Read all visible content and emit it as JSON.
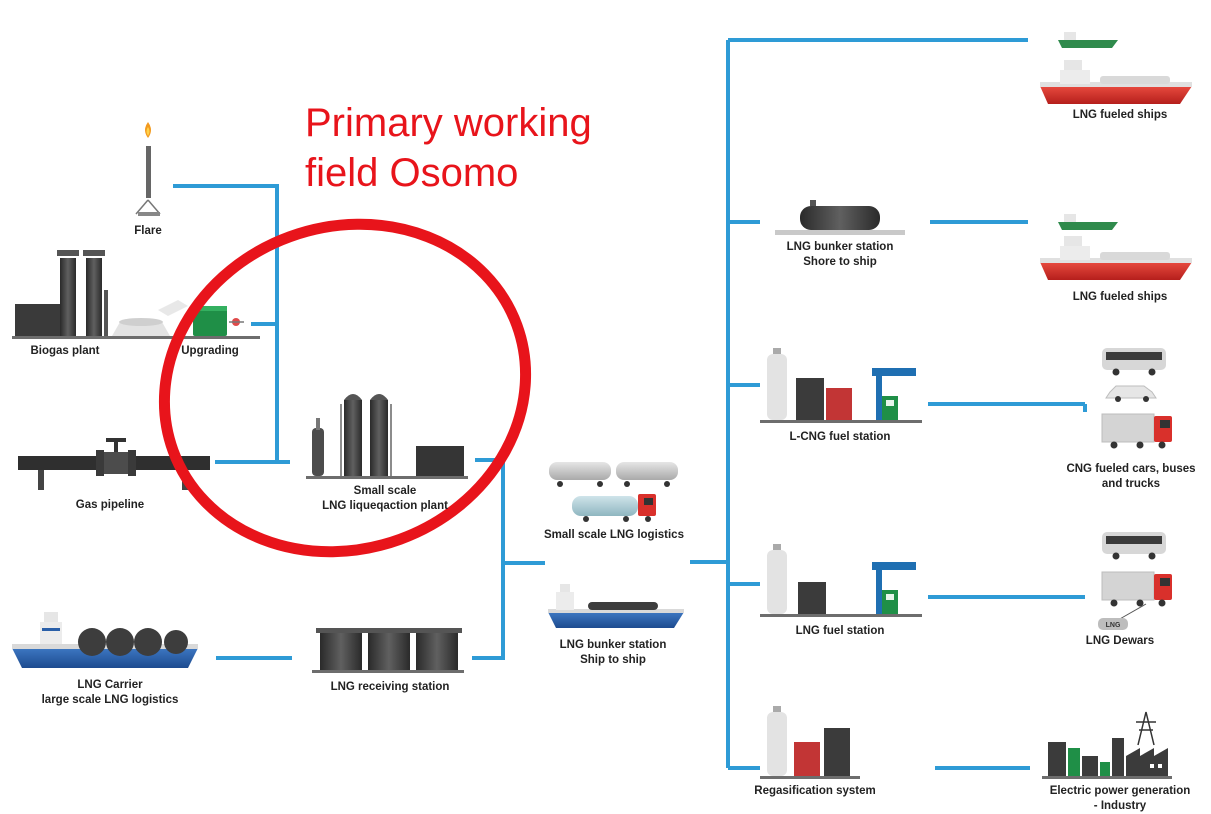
{
  "colors": {
    "connector": "#2e9bd6",
    "annotation": "#e8141b",
    "ship_hull_red": "#d9302b",
    "ship_hull_green": "#2f8a4c",
    "ship_hull_blue": "#2a5fa8",
    "tank_dark": "#3b3b3b",
    "station_blue": "#1f6fb2"
  },
  "annotation": {
    "line1": "Primary working",
    "line2": "field Osomo"
  },
  "nodes": {
    "flare": {
      "label": "Flare",
      "icon": "flare-stack-icon"
    },
    "biogas_plant": {
      "label": "Biogas plant",
      "icon": "biogas-plant-icon"
    },
    "upgrading": {
      "label": "Upgrading",
      "icon": "upgrading-unit-icon"
    },
    "gas_pipeline": {
      "label": "Gas pipeline",
      "icon": "pipeline-valve-icon"
    },
    "liquefaction_plant": {
      "label_line1": "Small scale",
      "label_line2": "LNG liqueqaction plant",
      "icon": "liquefaction-plant-icon"
    },
    "lng_carrier": {
      "label_line1": "LNG Carrier",
      "label_line2": "large scale LNG logistics",
      "icon": "lng-carrier-ship-icon"
    },
    "receiving_station": {
      "label": "LNG receiving station",
      "icon": "storage-tanks-icon"
    },
    "small_scale_logistics": {
      "label": "Small scale LNG logistics",
      "icon": "tanker-truck-icon"
    },
    "bunker_ship_to_ship": {
      "label_line1": "LNG bunker station",
      "label_line2": "Ship to ship",
      "icon": "bunker-vessel-icon"
    },
    "bunker_shore_to_ship": {
      "label_line1": "LNG bunker station",
      "label_line2": "Shore to ship",
      "icon": "shore-tank-icon"
    },
    "fueled_ships_1": {
      "label": "LNG fueled ships",
      "icon": "ships-icon"
    },
    "fueled_ships_2": {
      "label": "LNG fueled ships",
      "icon": "ships-icon"
    },
    "lcng_station": {
      "label": "L-CNG fuel station",
      "icon": "fuel-station-icon"
    },
    "cng_vehicles": {
      "label_line1": "CNG fueled cars, buses",
      "label_line2": "and trucks",
      "icon": "vehicles-icon"
    },
    "lng_station": {
      "label": "LNG fuel station",
      "icon": "fuel-station-icon"
    },
    "lng_dewars": {
      "label": "LNG Dewars",
      "icon": "truck-dewar-icon"
    },
    "dewar_tag": {
      "label": "LNG"
    },
    "regas_system": {
      "label": "Regasification system",
      "icon": "regas-unit-icon"
    },
    "power_industry": {
      "label_line1": "Electric power generation",
      "label_line2": "- Industry",
      "icon": "power-industry-icon"
    }
  }
}
